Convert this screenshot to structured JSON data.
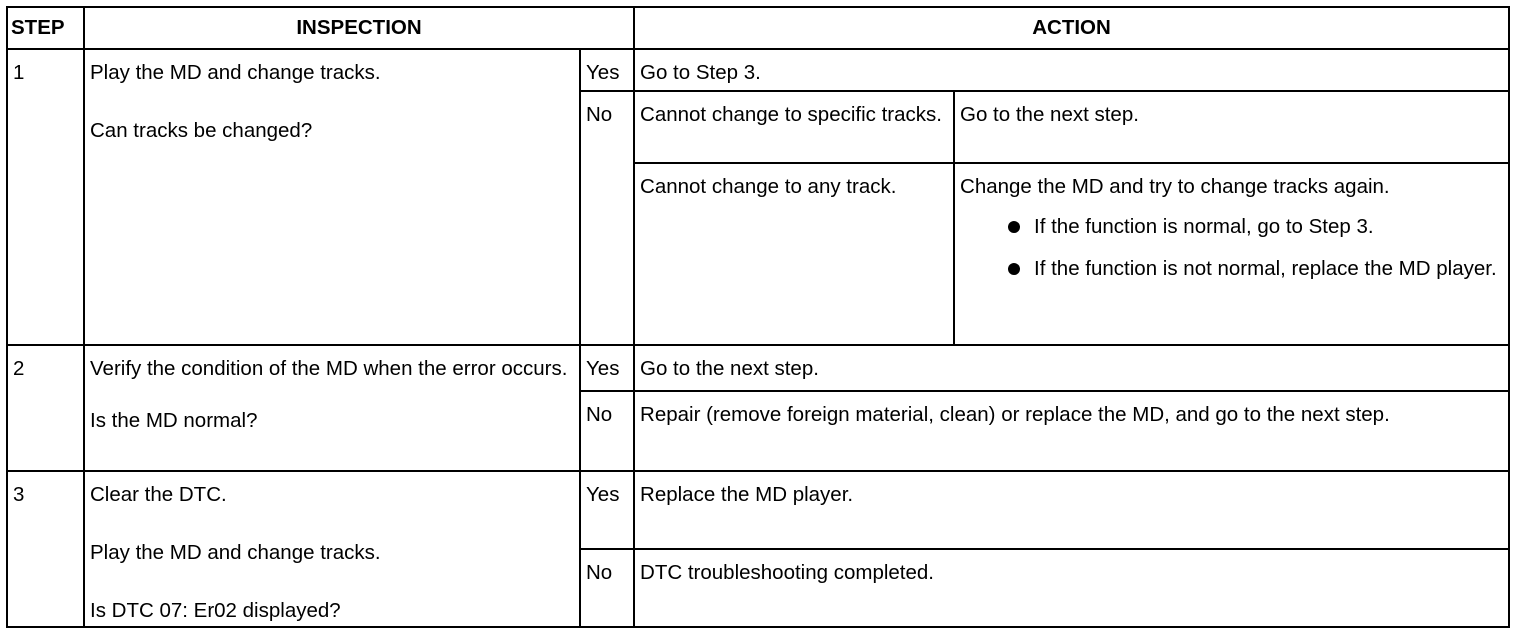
{
  "header": {
    "step": "STEP",
    "inspection": "INSPECTION",
    "action": "ACTION"
  },
  "rows": [
    {
      "step": "1",
      "inspection": [
        "Play the MD and change tracks.",
        "Can tracks be changed?"
      ],
      "yes_label": "Yes",
      "yes_action": "Go to Step 3.",
      "no_label": "No",
      "no_conditions": [
        {
          "condition": "Cannot change to specific tracks.",
          "action": "Go to the next step."
        },
        {
          "condition": "Cannot change to any track.",
          "action": "Change the MD and try to change tracks again.",
          "bullets": [
            "If the function is normal, go to Step 3.",
            "If the function is not normal, replace the MD player."
          ]
        }
      ]
    },
    {
      "step": "2",
      "inspection": [
        "Verify the condition of the MD when the error occurs.",
        "Is the MD normal?"
      ],
      "yes_label": "Yes",
      "yes_action": "Go to the next step.",
      "no_label": "No",
      "no_action": "Repair (remove foreign material, clean) or replace the MD, and go to the next step."
    },
    {
      "step": "3",
      "inspection": [
        "Clear the DTC.",
        "Play the MD and change tracks.",
        "Is DTC 07: Er02 displayed?"
      ],
      "yes_label": "Yes",
      "yes_action": "Replace the MD player.",
      "no_label": "No",
      "no_action": "DTC troubleshooting completed."
    }
  ]
}
